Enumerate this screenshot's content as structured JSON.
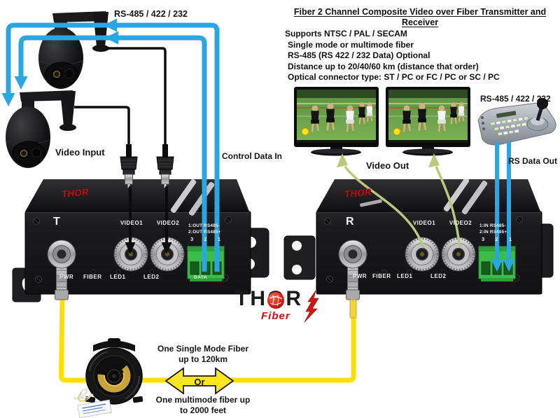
{
  "header": {
    "title_line1": "Fiber 2 Channel Composite Video over Fiber Transmitter and",
    "title_line2": "Receiver",
    "features": [
      "Supports NTSC / PAL / SECAM",
      "Single mode or multimode fiber",
      "RS-485 (RS 422 / 232 Data) Optional",
      "Distance up to 20/40/60 km (distance that order)",
      "Optical connector type: ST / PC or FC / PC or SC / PC"
    ]
  },
  "labels": {
    "camera_bus": "RS-485 / 422 / 232",
    "video_input": "Video  Input",
    "control_data_in": "Control Data In",
    "video_out": "Video Out",
    "controller_bus": "RS-485 / 422 / 232",
    "rs_data_out": "RS Data Out"
  },
  "transmitter": {
    "port_letter": "T",
    "top_logo": "THOR",
    "video1_label": "VIDEO1",
    "video2_label": "VIDEO2",
    "pwr_label": "PWR",
    "fiber_label": "FIBER",
    "led1_label": "LED1",
    "led2_label": "LED2",
    "data_label": "DATA",
    "terminal_line1": "1:OUT RS485-",
    "terminal_line2": "2:OUT RS485+",
    "pins": [
      "3",
      "2",
      "1"
    ]
  },
  "receiver": {
    "port_letter": "R",
    "top_logo": "THOR",
    "video1_label": "VIDEO1",
    "video2_label": "VIDEO2",
    "pwr_label": "PWR",
    "fiber_label": "FIBER",
    "led1_label": "LED1",
    "led2_label": "LED2",
    "terminal_line1": "1:IN RS485-",
    "terminal_line2": "2:IN RS485+",
    "pins": [
      "3",
      "2",
      "1"
    ]
  },
  "fiber_link": {
    "single_mode_line1": "One Single Mode Fiber",
    "single_mode_line2": "up to 120km",
    "or_label": "Or",
    "multimode_line1": "One multimode fiber up",
    "multimode_line2": "to 2000 feet"
  },
  "logo": {
    "thor": "THOR",
    "fiber": "Fiber"
  },
  "colors": {
    "data_line_blue": "#2aa7e2",
    "fiber_yellow": "#ffdf00",
    "or_arrow_yellow": "#ffe71f",
    "terminal_green": "#3cbd49",
    "video_cable_green": "#b7c97b",
    "logo_red": "#cc1111"
  }
}
